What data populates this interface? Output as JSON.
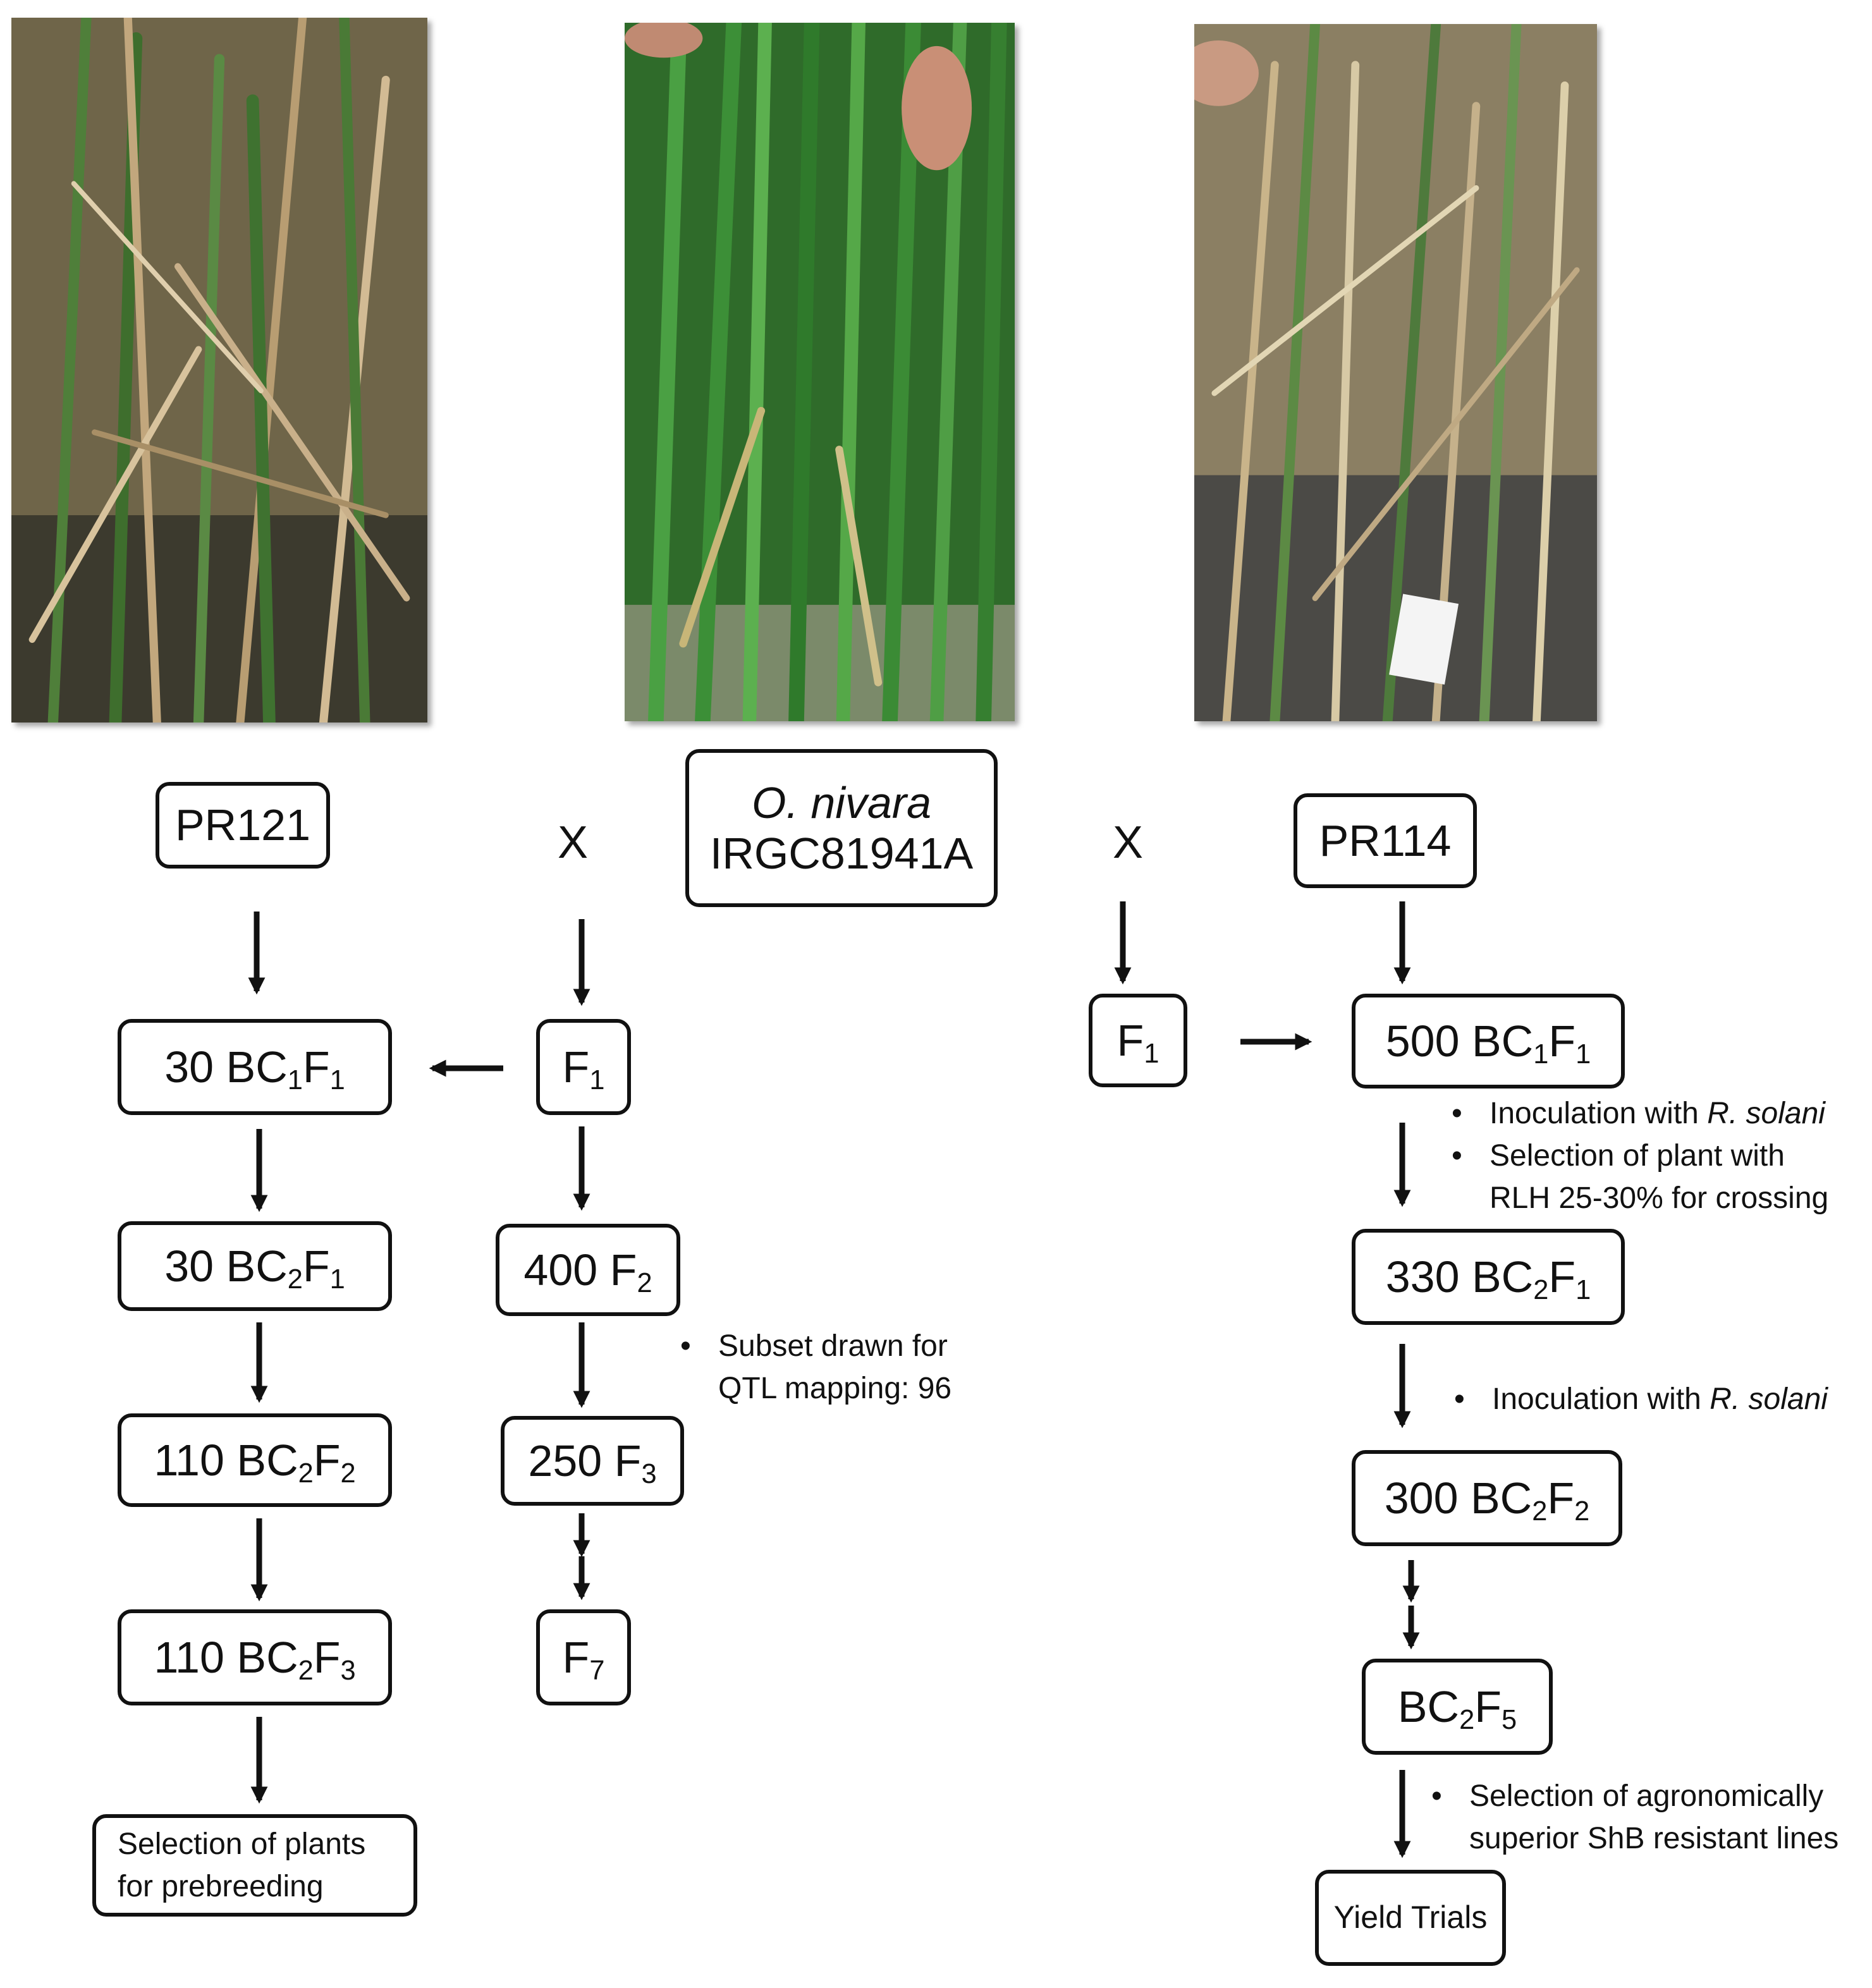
{
  "photos": [
    {
      "description": "rice-plant-photo-pr121",
      "palette": [
        "#7b6a4f",
        "#3f6f33",
        "#c9b08a"
      ]
    },
    {
      "description": "rice-plant-photo-o-nivara",
      "palette": [
        "#3f8f3a",
        "#2d6b28",
        "#b9c48b"
      ]
    },
    {
      "description": "rice-plant-photo-pr114",
      "palette": [
        "#8a7a5a",
        "#4e7a3c",
        "#d7c9a5"
      ]
    }
  ],
  "cross_symbol": "X",
  "pr121": {
    "label": "PR121"
  },
  "nivara": {
    "line1": "O. nivara",
    "line2": "IRGC81941A"
  },
  "pr114": {
    "label": "PR114"
  },
  "left": {
    "bc1f1": {
      "count": "30",
      "g1": "BC",
      "s1": "1",
      "g2": "F",
      "s2": "1"
    },
    "bc2f1": {
      "count": "30",
      "g1": "BC",
      "s1": "2",
      "g2": "F",
      "s2": "1"
    },
    "bc2f2": {
      "count": "110",
      "g1": "BC",
      "s1": "2",
      "g2": "F",
      "s2": "2"
    },
    "bc2f3": {
      "count": "110",
      "g1": "BC",
      "s1": "2",
      "g2": "F",
      "s2": "3"
    },
    "selection": {
      "line1": "Selection of plants",
      "line2": "for prebreeding"
    }
  },
  "mid": {
    "f1": {
      "g": "F",
      "s": "1"
    },
    "f2": {
      "count": "400",
      "g": "F",
      "s": "2"
    },
    "f3": {
      "count": "250",
      "g": "F",
      "s": "3"
    },
    "f7": {
      "g": "F",
      "s": "7"
    },
    "note_line1": "Subset drawn for",
    "note_line2": "QTL mapping: 96"
  },
  "right": {
    "f1": {
      "g": "F",
      "s": "1"
    },
    "bc1f1": {
      "count": "500",
      "g1": "BC",
      "s1": "1",
      "g2": "F",
      "s2": "1"
    },
    "note1_line1_pre": "Inoculation with ",
    "note1_line1_em": "R. solani",
    "note1_line2": "Selection of plant with",
    "note1_line3": "RLH 25-30% for crossing",
    "bc2f1": {
      "count": "330",
      "g1": "BC",
      "s1": "2",
      "g2": "F",
      "s2": "1"
    },
    "note2_pre": "Inoculation with ",
    "note2_em": "R. solani",
    "bc2f2": {
      "count": "300",
      "g1": "BC",
      "s1": "2",
      "g2": "F",
      "s2": "2"
    },
    "bc2f5": {
      "g1": "BC",
      "s1": "2",
      "g2": "F",
      "s2": "5"
    },
    "note3_line1": "Selection of agronomically",
    "note3_line2": "superior ShB resistant lines",
    "yield": "Yield Trials"
  },
  "bullet": "•"
}
